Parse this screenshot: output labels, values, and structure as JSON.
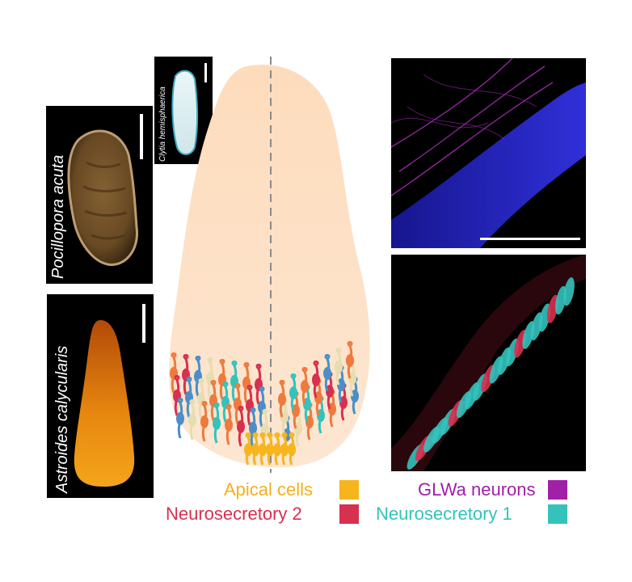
{
  "panels": {
    "pocillopora": {
      "species": "Pocillopora acuta"
    },
    "clytia": {
      "species": "Clytia hemisphaerica"
    },
    "astroides": {
      "species": "Astroides calycularis"
    }
  },
  "legend": [
    {
      "label": "Apical cells",
      "color": "#F6B51D"
    },
    {
      "label": "Neurosecretory 2",
      "color": "#D8304F"
    },
    {
      "label": "GLWa neurons",
      "color": "#A020A8"
    },
    {
      "label": "Neurosecretory 1",
      "color": "#34C2BC"
    }
  ],
  "colors": {
    "larva_fill": "#FDDDBE",
    "axis_line": "#888888",
    "apical": "#F6B51D",
    "neurosecretory_2": "#D8304F",
    "glwa": "#A020A8",
    "neurosecretory_1": "#34C2BC",
    "orange_neurons": "#EE7A3E",
    "blue_neurons": "#4A8FC8",
    "pale_neurons": "#E6DDB0"
  }
}
